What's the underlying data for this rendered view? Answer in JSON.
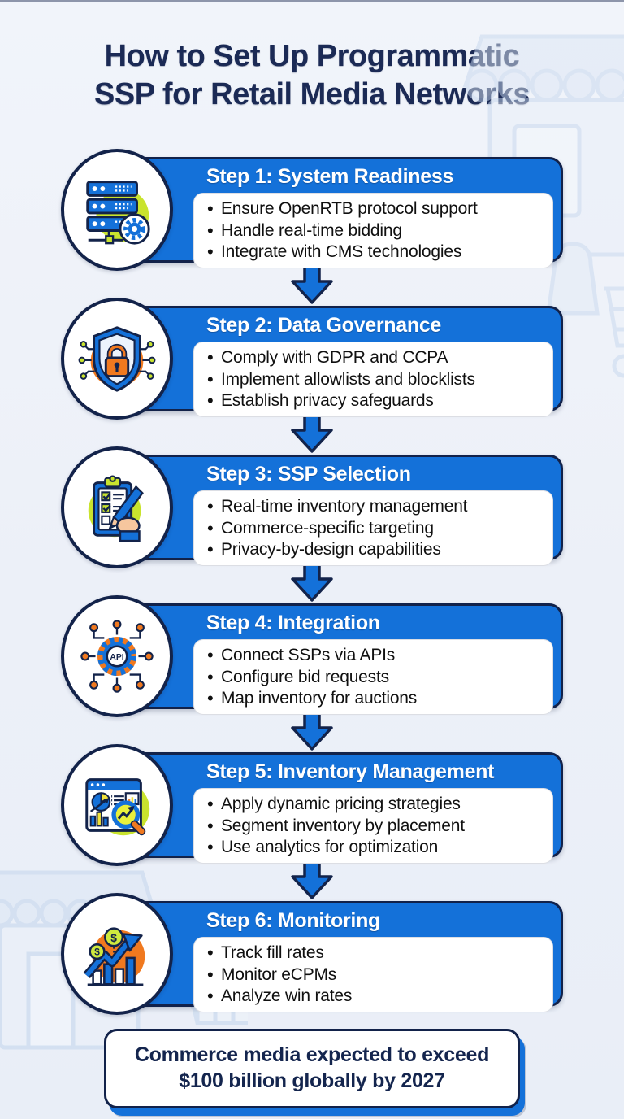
{
  "header": {
    "title_line1": "How to Set Up Programmatic",
    "title_line2": "SSP for Retail Media Networks"
  },
  "steps": [
    {
      "title": "Step 1: System Readiness",
      "icon": "server-stack-icon",
      "bullets": [
        "Ensure OpenRTB protocol support",
        "Handle real-time bidding",
        "Integrate with CMS technologies"
      ]
    },
    {
      "title": "Step 2: Data Governance",
      "icon": "security-shield-icon",
      "bullets": [
        "Comply with GDPR and CCPA",
        "Implement allowlists and blocklists",
        "Establish privacy safeguards"
      ]
    },
    {
      "title": "Step 3: SSP Selection",
      "icon": "checklist-icon",
      "bullets": [
        "Real-time inventory management",
        "Commerce-specific targeting",
        "Privacy-by-design capabilities"
      ]
    },
    {
      "title": "Step 4: Integration",
      "icon": "api-gear-icon",
      "bullets": [
        "Connect SSPs via APIs",
        "Configure bid requests",
        "Map inventory for auctions"
      ]
    },
    {
      "title": "Step 5: Inventory Management",
      "icon": "analytics-dashboard-icon",
      "bullets": [
        "Apply dynamic pricing strategies",
        "Segment inventory by placement",
        "Use analytics for optimization"
      ]
    },
    {
      "title": "Step 6: Monitoring",
      "icon": "growth-chart-icon",
      "bullets": [
        "Track fill rates",
        "Monitor eCPMs",
        "Analyze win rates"
      ]
    }
  ],
  "footer": {
    "callout_line1": "Commerce media expected to exceed",
    "callout_line2": "$100 billion globally by 2027"
  },
  "colors": {
    "accent_blue": "#1471d9",
    "navy_outline": "#12224a",
    "title_navy": "#1b2a55",
    "lime": "#c9e32e",
    "orange": "#f0791f",
    "background": "#eef1f8",
    "bullet_text": "#101010",
    "header_text": "#ffffff"
  }
}
